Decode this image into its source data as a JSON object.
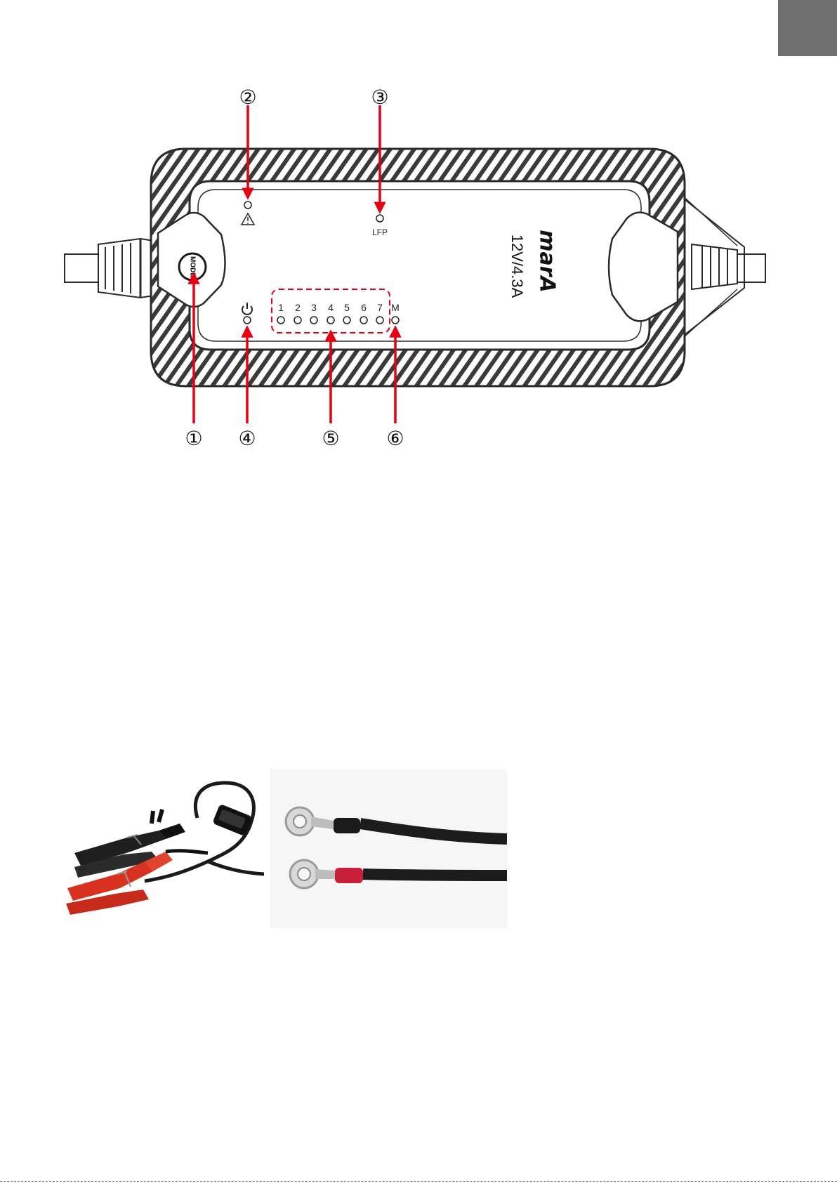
{
  "device": {
    "brand": "marA",
    "rating": "12V/4.3A",
    "mode_button_label": "MODE",
    "lfp_label": "LFP",
    "mode_indicator_label": "M",
    "program_numbers": [
      "1",
      "2",
      "3",
      "4",
      "5",
      "6",
      "7"
    ]
  },
  "callouts": {
    "c1": "①",
    "c2": "②",
    "c3": "③",
    "c4": "④",
    "c5": "⑤",
    "c6": "⑥"
  },
  "colors": {
    "callout_arrow": "#e60012",
    "corner_tab": "#6f6f6f",
    "device_line": "#2a2a2a",
    "clamp_red": "#d9311f",
    "clamp_black": "#1f1f1f"
  }
}
